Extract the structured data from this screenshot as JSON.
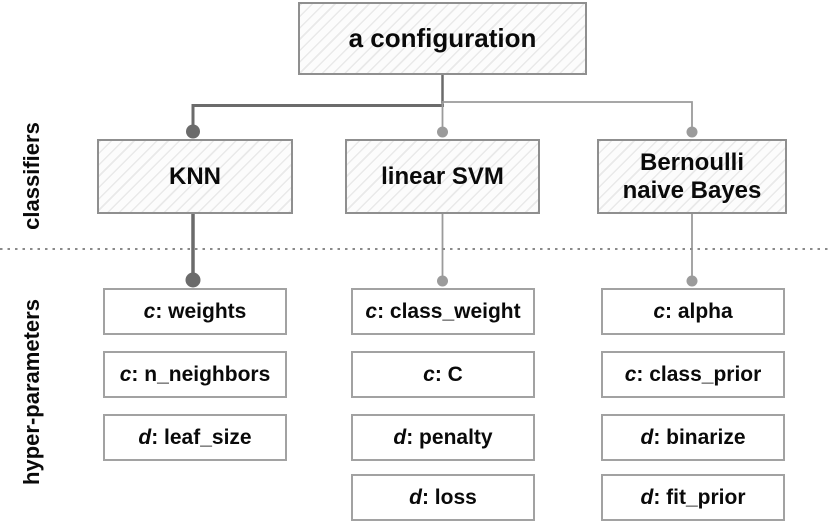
{
  "colors": {
    "line_dark": "#6b6b6b",
    "line_light": "#9b9b9b",
    "box_border": "#8f8f8f",
    "param_border": "#a2a2a2",
    "separator": "#8a8a8a"
  },
  "side_labels": {
    "classifiers": "classifiers",
    "hyperparameters": "hyper-parameters"
  },
  "root": {
    "label": "a configuration"
  },
  "classifiers": [
    {
      "name": "KNN",
      "params": [
        {
          "prefix": "c",
          "rest": ": weights"
        },
        {
          "prefix": "c",
          "rest": ": n_neighbors"
        },
        {
          "prefix": "d",
          "rest": ": leaf_size"
        }
      ]
    },
    {
      "name": "linear SVM",
      "params": [
        {
          "prefix": "c",
          "rest": ": class_weight"
        },
        {
          "prefix": "c",
          "rest": ": C"
        },
        {
          "prefix": "d",
          "rest": ": penalty"
        },
        {
          "prefix": "d",
          "rest": ": loss"
        }
      ]
    },
    {
      "name": "Bernoulli naive Bayes",
      "params": [
        {
          "prefix": "c",
          "rest": ": alpha"
        },
        {
          "prefix": "c",
          "rest": ": class_prior"
        },
        {
          "prefix": "d",
          "rest": ": binarize"
        },
        {
          "prefix": "d",
          "rest": ": fit_prior"
        }
      ]
    }
  ]
}
